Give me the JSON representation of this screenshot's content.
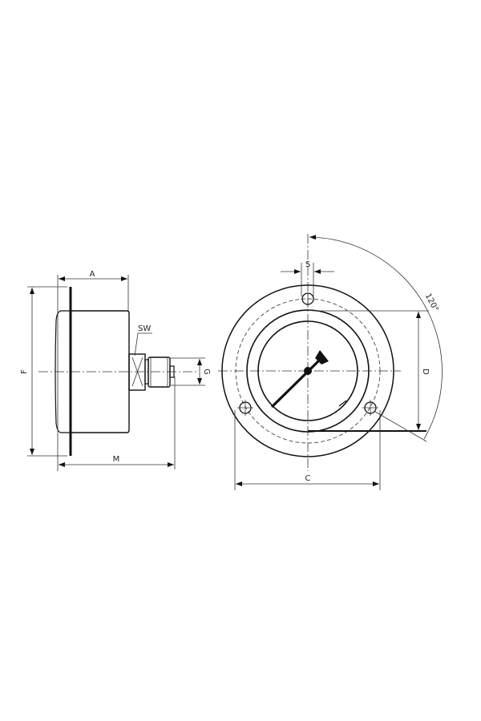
{
  "drawing": {
    "side_view": {
      "labels": {
        "a": "A",
        "f": "F",
        "sw": "SW",
        "g": "G",
        "m": "M"
      }
    },
    "front_view": {
      "labels": {
        "s": "S",
        "d": "D",
        "c": "C",
        "angle": "120°"
      }
    },
    "line_color": "#111111"
  }
}
